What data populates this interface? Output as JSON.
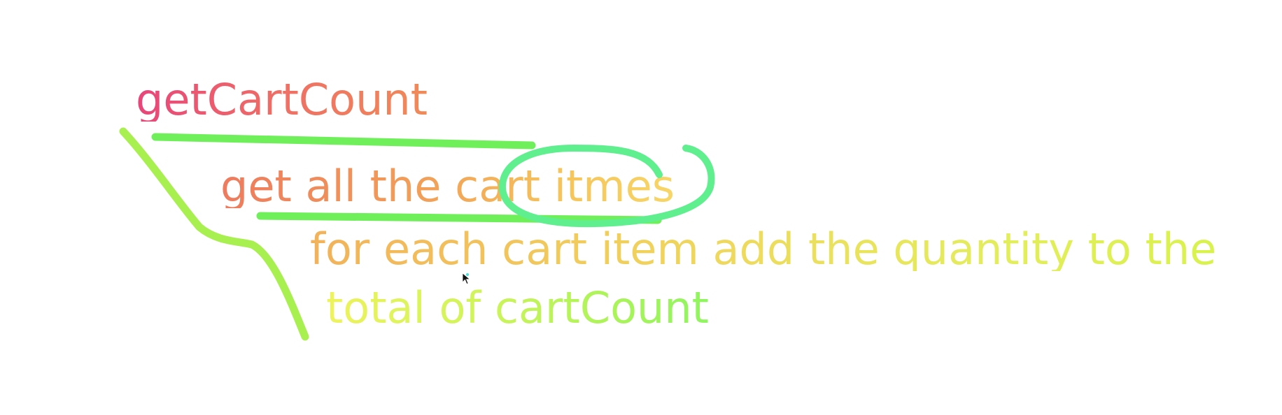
{
  "notes": {
    "title": "getCartCount",
    "step1": "get all the cart itmes",
    "step2_line1": "for each cart item add the quantity to the",
    "step2_line2": "total of cartCount"
  },
  "colors": {
    "pink": "#e8457a",
    "orange": "#f2a058",
    "yellow": "#eddc5d",
    "lime": "#8ff560",
    "stroke_green": "#6ff05a",
    "circle_mint": "#5fef8e",
    "bracket_green": "#a8ef50"
  },
  "icons": {
    "cursor": "mouse-pointer-icon"
  }
}
